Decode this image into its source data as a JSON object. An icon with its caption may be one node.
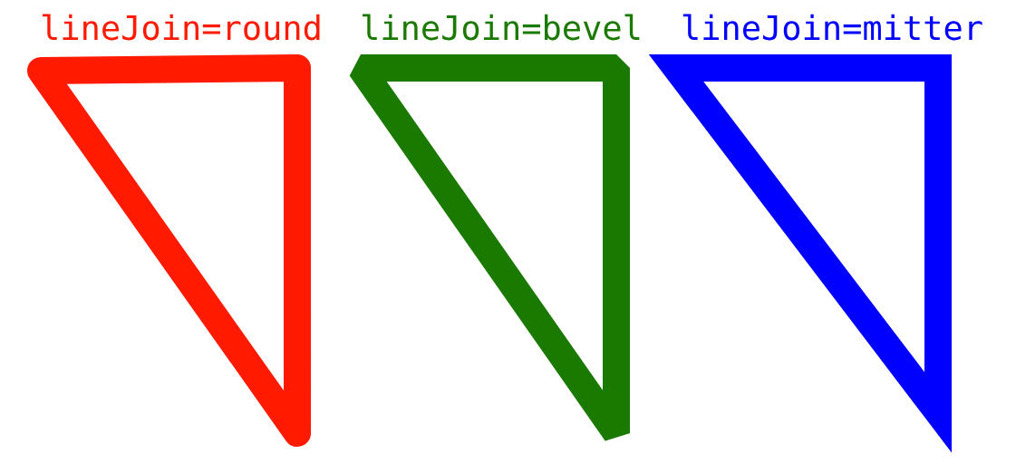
{
  "diagram": {
    "nodes": [
      {
        "text": [
          "lineJoin=round"
        ]
      },
      {
        "text": [
          "lineJoin=bevel"
        ]
      },
      {
        "text": [
          "lineJoin=mitter"
        ]
      }
    ]
  }
}
